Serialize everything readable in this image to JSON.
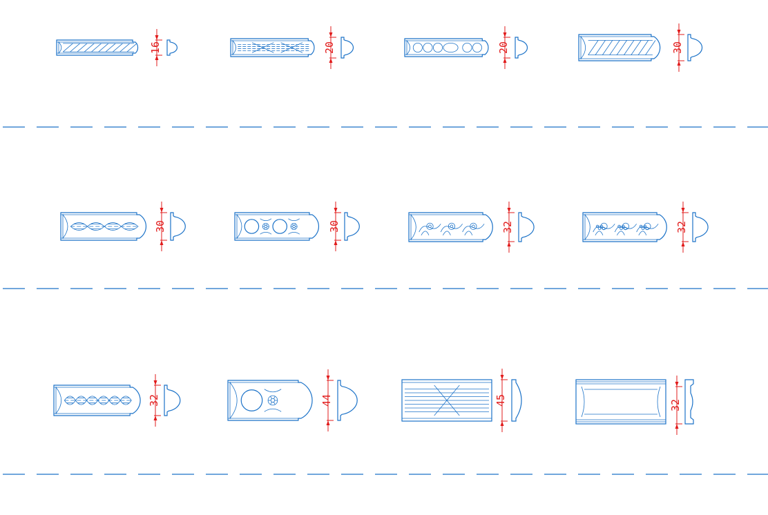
{
  "drawing": {
    "colors": {
      "line": "#1b72c8",
      "dimension": "#e11b1b",
      "background": "#ffffff"
    },
    "rows": [
      {
        "moldings": [
          {
            "pattern": "rope",
            "dimension": "16"
          },
          {
            "pattern": "ribbon",
            "dimension": "20"
          },
          {
            "pattern": "beads",
            "dimension": "20"
          },
          {
            "pattern": "rope",
            "dimension": "30"
          }
        ]
      },
      {
        "moldings": [
          {
            "pattern": "leaf",
            "dimension": "30"
          },
          {
            "pattern": "rosette-circles",
            "dimension": "30"
          },
          {
            "pattern": "scroll-flower",
            "dimension": "32"
          },
          {
            "pattern": "grape-vine",
            "dimension": "32"
          }
        ]
      },
      {
        "moldings": [
          {
            "pattern": "laurel",
            "dimension": "32"
          },
          {
            "pattern": "rosette-circles",
            "dimension": "44"
          },
          {
            "pattern": "ribbon-flutes",
            "dimension": "45"
          },
          {
            "pattern": "plain-channel",
            "dimension": "32"
          }
        ]
      }
    ]
  }
}
